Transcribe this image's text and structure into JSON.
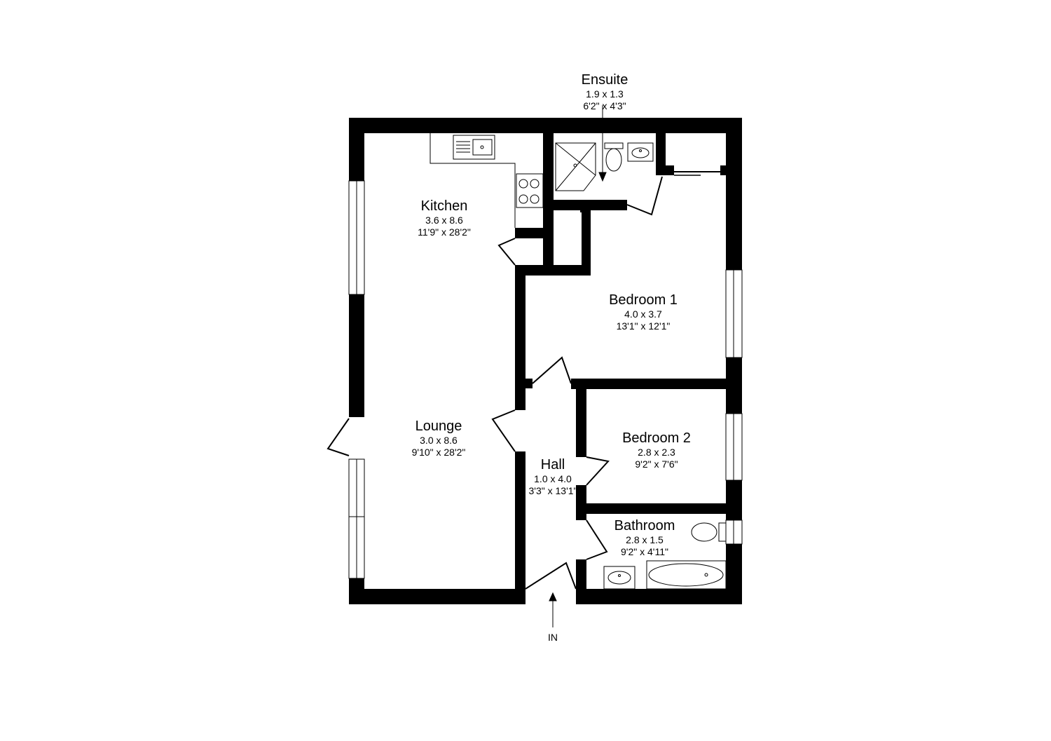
{
  "rooms": {
    "ensuite": {
      "name": "Ensuite",
      "metric": "1.9 x 1.3",
      "imperial": "6'2\" x 4'3\""
    },
    "kitchen": {
      "name": "Kitchen",
      "metric": "3.6 x 8.6",
      "imperial": "11'9\" x 28'2\""
    },
    "bedroom1": {
      "name": "Bedroom 1",
      "metric": "4.0 x 3.7",
      "imperial": "13'1\" x 12'1\""
    },
    "lounge": {
      "name": "Lounge",
      "metric": "3.0 x 8.6",
      "imperial": "9'10\" x 28'2\""
    },
    "bedroom2": {
      "name": "Bedroom 2",
      "metric": "2.8 x 2.3",
      "imperial": "9'2\" x 7'6\""
    },
    "hall": {
      "name": "Hall",
      "metric": "1.0 x 4.0",
      "imperial": "3'3\" x 13'1\""
    },
    "bathroom": {
      "name": "Bathroom",
      "metric": "2.8 x 1.5",
      "imperial": "9'2\" x 4'11\""
    }
  },
  "entrance": {
    "label": "IN"
  },
  "colors": {
    "wall": "#000000",
    "background": "#ffffff"
  }
}
